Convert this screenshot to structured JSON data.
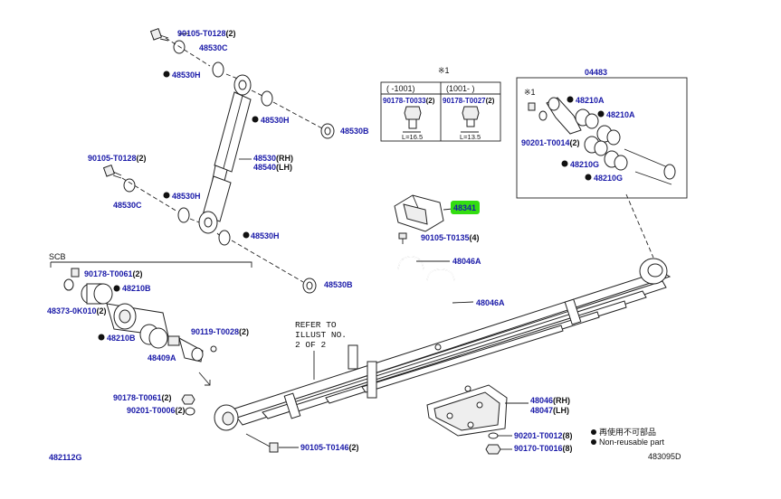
{
  "labels": {
    "p1": "90105-T0128",
    "p1q": "(2)",
    "p2": "48530C",
    "p3": "48530H",
    "p4": "48530H",
    "p5": "48530B",
    "p6": "48530",
    "p6s": "(RH)",
    "p7": "48540",
    "p7s": "(LH)",
    "p8": "90105-T0128",
    "p8q": "(2)",
    "p9": "48530H",
    "p10": "48530C",
    "p11": "48530H",
    "p12": "48530B",
    "p13": "48341",
    "p14": "90105-T0135",
    "p14q": "(4)",
    "p15": "48046A",
    "p16": "48046A",
    "p17": "04483",
    "p18": "48210A",
    "p19": "48210A",
    "p20": "90201-T0014",
    "p20q": "(2)",
    "p21": "48210G",
    "p22": "48210G",
    "scb": "SCB",
    "p23": "90178-T0061",
    "p23q": "(2)",
    "p24": "48210B",
    "p25": "48373-0K010",
    "p25q": "(2)",
    "p26": "48210B",
    "p27": "90119-T0028",
    "p27q": "(2)",
    "p28": "48409A",
    "p29": "90178-T0061",
    "p29q": "(2)",
    "p30": "90201-T0006",
    "p30q": "(2)",
    "p31": "90105-T0146",
    "p31q": "(2)",
    "p32": "48046",
    "p32s": "(RH)",
    "p33": "48047",
    "p33s": "(LH)",
    "p34": "90201-T0012",
    "p34q": "(8)",
    "p35": "90170-T0016",
    "p35q": "(8)",
    "refer1": "REFER TO",
    "refer2": "ILLUST NO.",
    "refer3": "2 OF 2",
    "star1": "※1",
    "star2": "※1",
    "tbl_c1": "(   -1001)",
    "tbl_c2": "(1001-   )",
    "tbl_p1": "90178-T0033",
    "tbl_p1q": "(2)",
    "tbl_p2": "90178-T0027",
    "tbl_p2q": "(2)",
    "tbl_l1": "L=16.5",
    "tbl_l2": "L=13.5",
    "legend1": "再使用不可部品",
    "legend2": "Non-reusable part",
    "code_left": "482112G",
    "code_right": "483095D"
  }
}
